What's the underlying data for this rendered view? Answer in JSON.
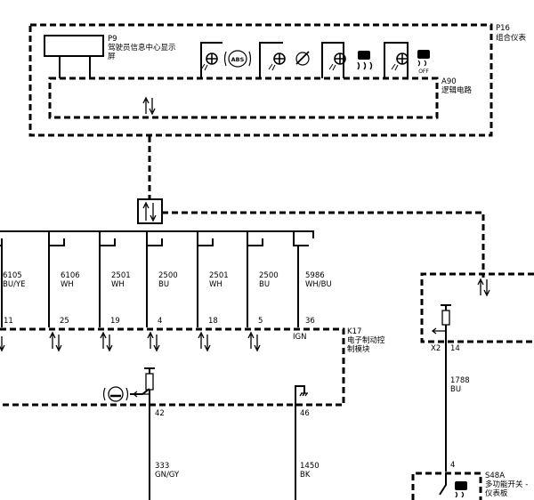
{
  "components": {
    "p16": {
      "ref": "P16",
      "name": "组合仪表"
    },
    "p9": {
      "ref": "P9",
      "name_line1": "驾驶员信息中心显示",
      "name_line2": "屏"
    },
    "a90": {
      "ref": "A90",
      "name": "逻辑电路"
    },
    "k17": {
      "ref": "K17",
      "name_line1": "电子制动控",
      "name_line2": "制模块"
    },
    "s48a": {
      "ref": "S48A",
      "name_line1": "多功能开关 -",
      "name_line2": "仪表板"
    }
  },
  "indicator_icons": [
    "traction-warning-icon",
    "abs-icon",
    "brake-warning-icon",
    "park-brake-icon",
    "stability-control-icon",
    "skid-icon",
    "stability-off-icon"
  ],
  "abs_text": "ABS",
  "off_text": "OFF",
  "wires": [
    {
      "circuit": "6105",
      "color": "BU/YE",
      "pin": "11"
    },
    {
      "circuit": "6106",
      "color": "WH",
      "pin": "25"
    },
    {
      "circuit": "2501",
      "color": "WH",
      "pin": "19"
    },
    {
      "circuit": "2500",
      "color": "BU",
      "pin": "4"
    },
    {
      "circuit": "2501",
      "color": "WH",
      "pin": "18"
    },
    {
      "circuit": "2500",
      "color": "BU",
      "pin": "5"
    },
    {
      "circuit": "5986",
      "color": "WH/BU",
      "pin": "36"
    }
  ],
  "ign_label": "IGN",
  "k17_lower": {
    "pin_42": "42",
    "pin_46": "46",
    "wire_42": {
      "circuit": "333",
      "color": "GN/GY"
    },
    "wire_46": {
      "circuit": "1450",
      "color": "BK"
    }
  },
  "right_branch": {
    "connector": "X2",
    "pin_14": "14",
    "wire": {
      "circuit": "1788",
      "color": "BU"
    },
    "pin_4": "4"
  }
}
